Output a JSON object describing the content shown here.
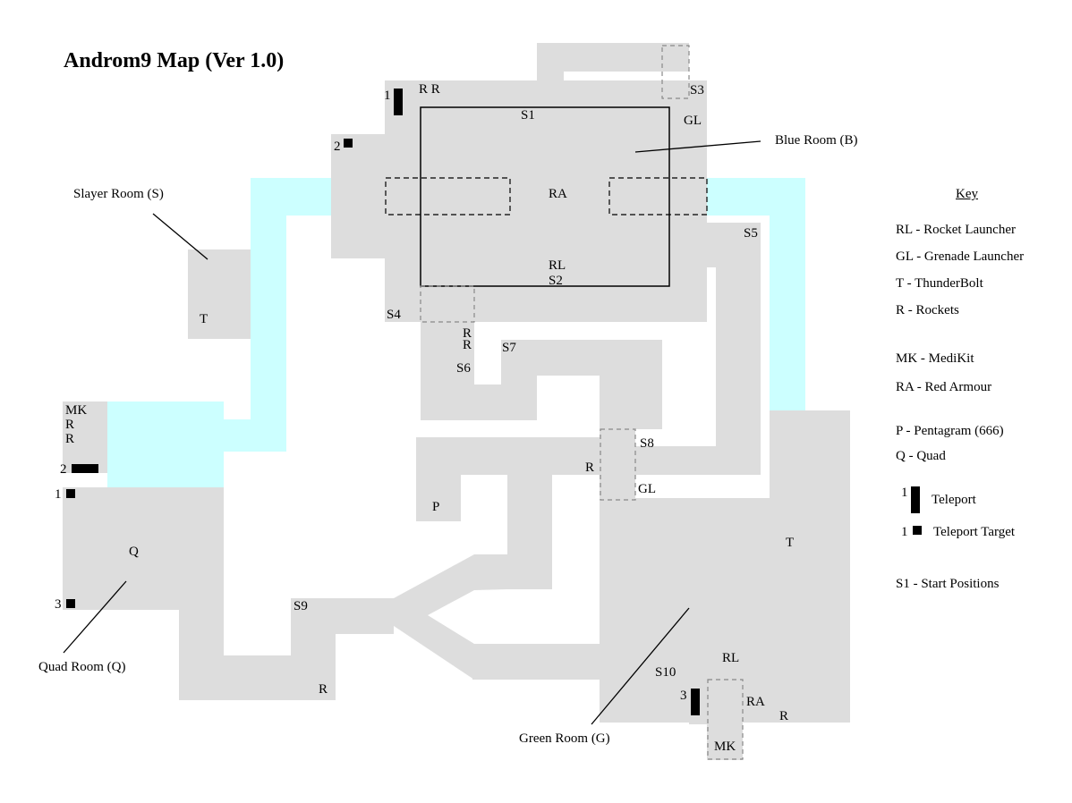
{
  "title": "Androm9 Map (Ver 1.0)",
  "colors": {
    "floor": "#dddddd",
    "water": "#ccffff",
    "ink": "#000000",
    "dashed": "#888888"
  },
  "rooms": {
    "slayer": "Slayer Room (S)",
    "blue": "Blue Room (B)",
    "quad": "Quad Room (Q)",
    "green": "Green Room (G)"
  },
  "items": {
    "rr_top": "R R",
    "s1": "S1",
    "s2": "S2",
    "s3": "S3",
    "s4": "S4",
    "s5": "S5",
    "s6": "S6",
    "s7": "S7",
    "s8": "S8",
    "s9": "S9",
    "s10": "S10",
    "gl_blue": "GL",
    "ra_blue": "RA",
    "rl_blue": "RL",
    "r1_mid": "R",
    "r2_mid": "R",
    "t_slayer": "T",
    "mk_left": "MK",
    "r_left1": "R",
    "r_left2": "R",
    "q": "Q",
    "p": "P",
    "r_s8": "R",
    "gl_s8": "GL",
    "t_green": "T",
    "r_s9": "R",
    "rl_green": "RL",
    "ra_green": "RA",
    "r_green": "R",
    "mk_green": "MK"
  },
  "teleports": {
    "t1": "1",
    "t2": "2",
    "t2_target": "2",
    "t1_target": "1",
    "t3_target": "3",
    "t3": "3"
  },
  "key": {
    "heading": "Key",
    "entries": [
      "RL - Rocket Launcher",
      "GL - Grenade Launcher",
      "T - ThunderBolt",
      "R - Rockets",
      "MK - MediKit",
      "RA - Red Armour",
      "P - Pentagram (666)",
      "Q - Quad"
    ],
    "teleport_num": "1",
    "teleport_label": "Teleport",
    "target_num": "1",
    "target_label": "Teleport Target",
    "start_label": "S1 - Start Positions"
  }
}
